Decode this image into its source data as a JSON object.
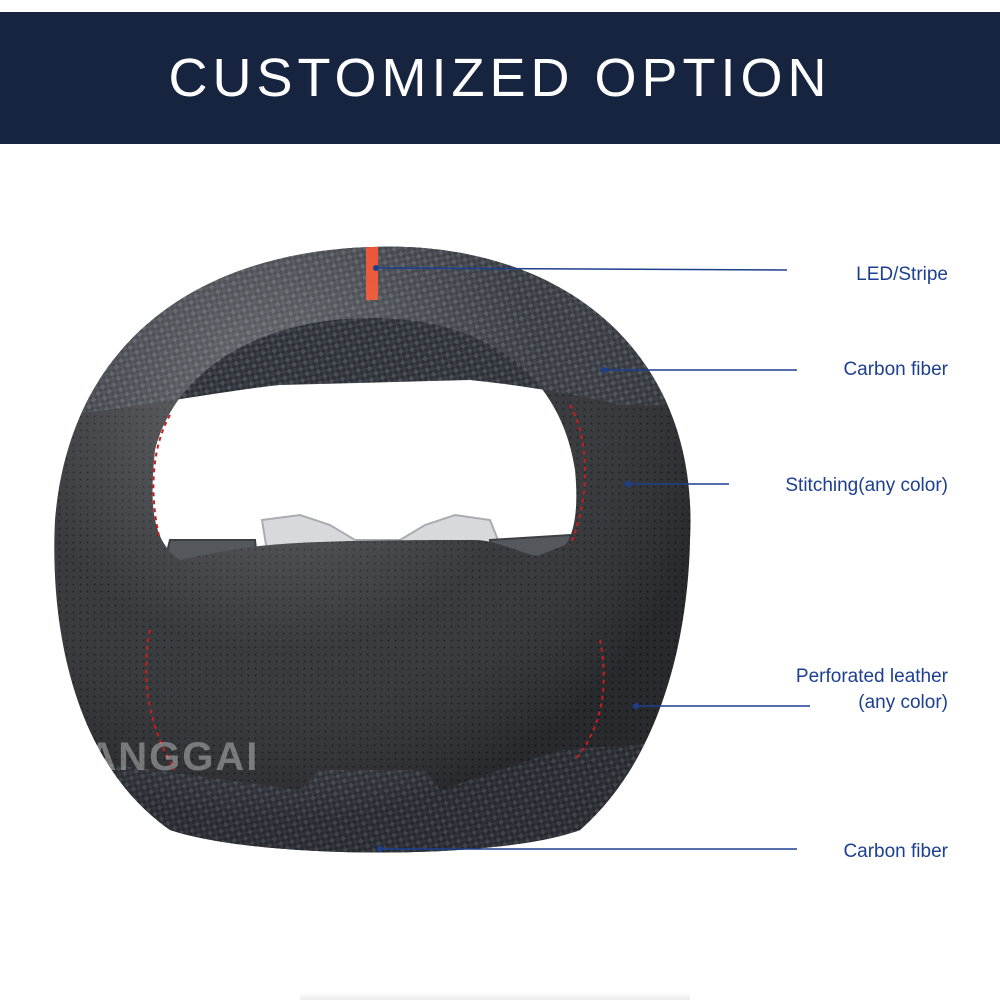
{
  "header": {
    "title": "CUSTOMIZED OPTION"
  },
  "annotations": [
    {
      "id": "led",
      "label": "LED/Stripe"
    },
    {
      "id": "carbon-top",
      "label": "Carbon fiber"
    },
    {
      "id": "stitching",
      "label": "Stitching(any color)"
    },
    {
      "id": "leather",
      "label": "Perforated leather",
      "label_line2": "(any color)"
    },
    {
      "id": "carbon-bottom",
      "label": "Carbon fiber"
    }
  ],
  "watermark": "JIANGGAI",
  "colors": {
    "banner": "#162440",
    "label_text": "#1d3f8f",
    "callout_line": "#1d3f8f",
    "stripe": "#e8401c",
    "stitching": "#c81e1e",
    "carbon": "#33383f",
    "leather": "#2b2d31",
    "metal": "#d7d9dc"
  }
}
